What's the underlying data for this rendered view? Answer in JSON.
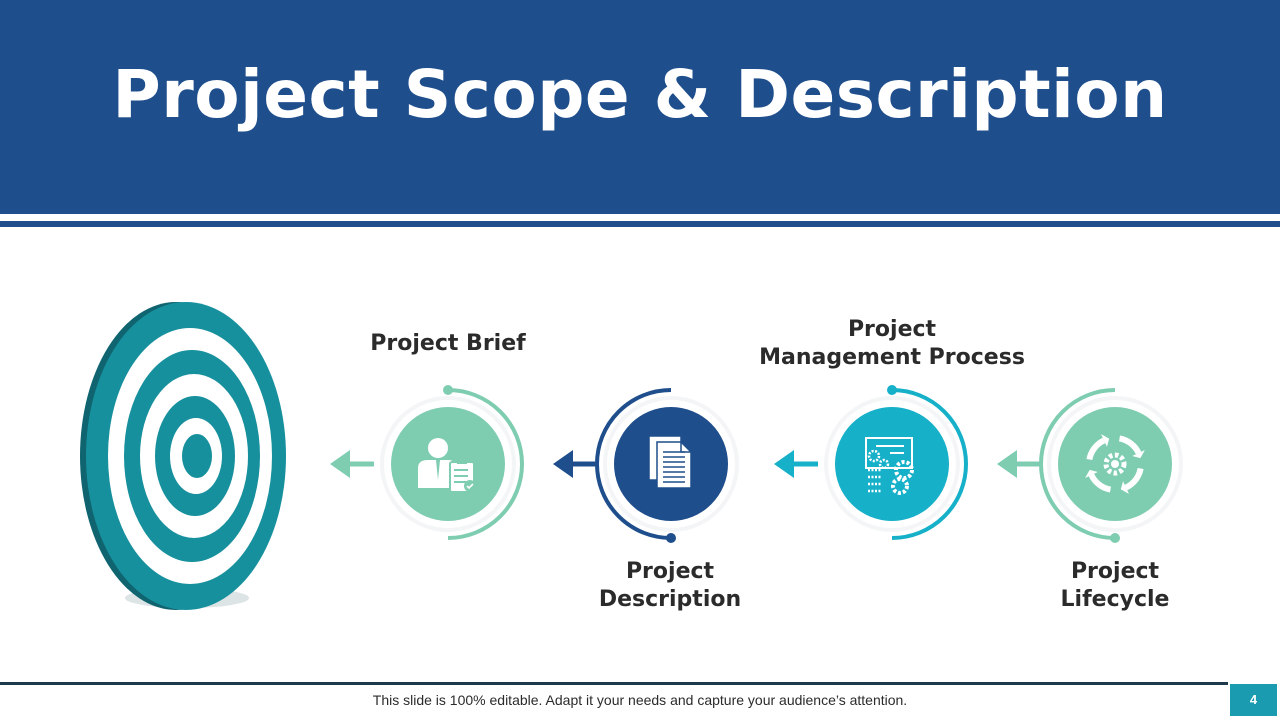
{
  "header": {
    "title": "Project Scope & Description"
  },
  "steps": [
    {
      "label_lines": [
        "Project Brief"
      ],
      "icon": "businessman-clipboard-icon",
      "color": "#7fcdb0"
    },
    {
      "label_lines": [
        "Project",
        "Description"
      ],
      "icon": "document-icon",
      "color": "#1f4e8c"
    },
    {
      "label_lines": [
        "Project",
        "Management Process"
      ],
      "icon": "data-gears-icon",
      "color": "#17b0c9"
    },
    {
      "label_lines": [
        "Project",
        "Lifecycle"
      ],
      "icon": "cycle-gear-icon",
      "color": "#7fcdb0"
    }
  ],
  "target": {
    "icon": "target-icon",
    "color": "#17909e"
  },
  "footer": {
    "note": "This slide is 100% editable. Adapt it your needs and capture your audience’s attention.",
    "page_number": "4"
  }
}
